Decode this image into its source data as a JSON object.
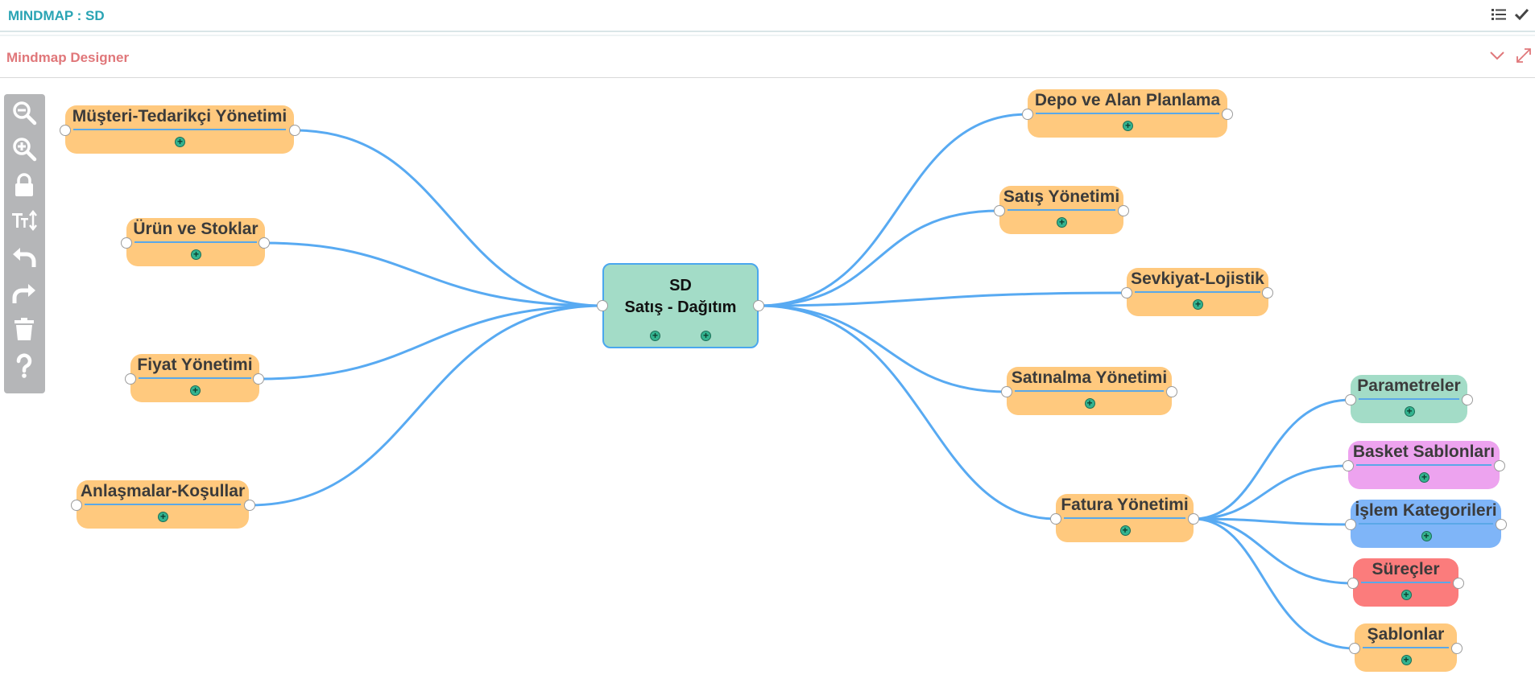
{
  "header": {
    "title": "MINDMAP : SD",
    "list_icon": "list-icon",
    "check_icon": "check-icon"
  },
  "panel": {
    "title": "Mindmap Designer",
    "collapse_icon": "chevron-down-icon",
    "expand_icon": "expand-icon"
  },
  "toolbar": {
    "tools": [
      "zoom-out-icon",
      "zoom-in-icon",
      "lock-icon",
      "text-size-icon",
      "undo-icon",
      "redo-icon",
      "trash-icon",
      "help-icon"
    ]
  },
  "mindmap": {
    "center": {
      "line1": "SD",
      "line2": "Satış - Dağıtım",
      "color": "#a3dcc7"
    },
    "left_nodes": [
      {
        "label": "Müşteri-Tedarikçi Yönetimi",
        "color": "#ffc97e"
      },
      {
        "label": "Ürün ve Stoklar",
        "color": "#ffc97e"
      },
      {
        "label": "Fiyat Yönetimi",
        "color": "#ffc97e"
      },
      {
        "label": "Anlaşmalar-Koşullar",
        "color": "#ffc97e"
      }
    ],
    "right_nodes": [
      {
        "label": "Depo ve Alan Planlama",
        "color": "#ffc97e"
      },
      {
        "label": "Satış Yönetimi",
        "color": "#ffc97e"
      },
      {
        "label": "Sevkiyat-Lojistik",
        "color": "#ffc97e"
      },
      {
        "label": "Satınalma Yönetimi",
        "color": "#ffc97e"
      },
      {
        "label": "Fatura Yönetimi",
        "color": "#ffc97e"
      }
    ],
    "fatura_children": [
      {
        "label": "Parametreler",
        "color": "#a3dcc7"
      },
      {
        "label": "Basket Sablonları",
        "color": "#eda3ef"
      },
      {
        "label": "İşlem Kategorileri",
        "color": "#7fb5f8"
      },
      {
        "label": "Süreçler",
        "color": "#fb7c7c"
      },
      {
        "label": "Şablonlar",
        "color": "#ffc97e"
      }
    ],
    "edge_color": "#58aaf2"
  }
}
